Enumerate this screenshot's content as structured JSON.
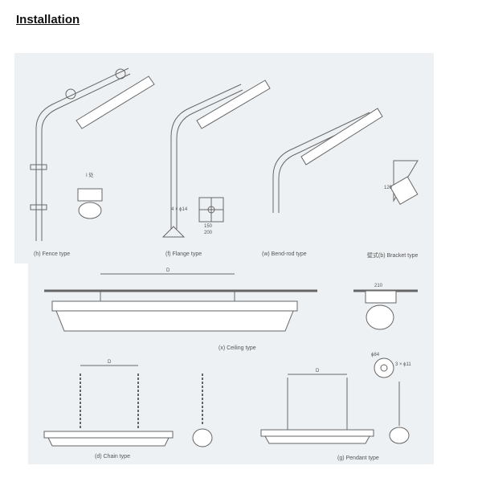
{
  "title": "Installation",
  "figures": {
    "fence": {
      "caption": "(h) Fence type",
      "detail_label": "I 处"
    },
    "flange": {
      "caption": "(f) Flange type",
      "hole_label": "4 × ϕ14",
      "dim_150": "150",
      "dim_200": "200"
    },
    "bendrod": {
      "caption": "(w) Bend-rod type"
    },
    "bracket": {
      "caption": "壁式(b) Bracket type",
      "dim_120": "120"
    },
    "ceiling": {
      "caption": "(x) Ceiling type",
      "dim_d": "D",
      "dim_210": "210"
    },
    "chain": {
      "caption": "(d) Chain type",
      "dim_d": "D"
    },
    "pendant": {
      "caption": "(g) Pendant type",
      "dim_d": "D",
      "dim_84": "ϕ84",
      "holes": "3 × ϕ11"
    }
  },
  "colors": {
    "panel_bg": "#eef1f4",
    "line": "#666666"
  }
}
